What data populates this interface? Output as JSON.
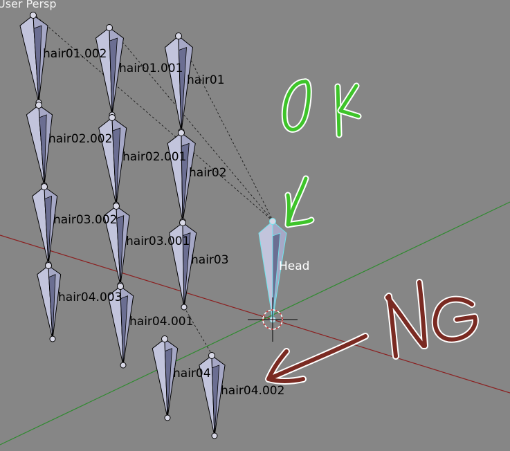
{
  "viewport": {
    "title": "User Persp"
  },
  "bones": [
    {
      "name": "hair01.002"
    },
    {
      "name": "hair01.001"
    },
    {
      "name": "hair01"
    },
    {
      "name": "hair02.002"
    },
    {
      "name": "hair02.001"
    },
    {
      "name": "hair02"
    },
    {
      "name": "hair03.002"
    },
    {
      "name": "hair03.001"
    },
    {
      "name": "hair03"
    },
    {
      "name": "hair04.003"
    },
    {
      "name": "hair04.001"
    },
    {
      "name": "hair04"
    },
    {
      "name": "hair04.002"
    },
    {
      "name": "Head",
      "selected": true
    }
  ],
  "annotations": {
    "ok": "OK",
    "ng": "NG",
    "ok_color": "#3ec42a",
    "ng_color": "#7a2a22"
  },
  "colors": {
    "background": "#868686",
    "x_axis": "#8b1f1f",
    "y_axis": "#2f8a2f",
    "bone_fill": "#a6a8c6",
    "bone_outline": "#000000",
    "selected_outline": "#6ee6ee",
    "cursor_ring": "#d63a3a"
  }
}
